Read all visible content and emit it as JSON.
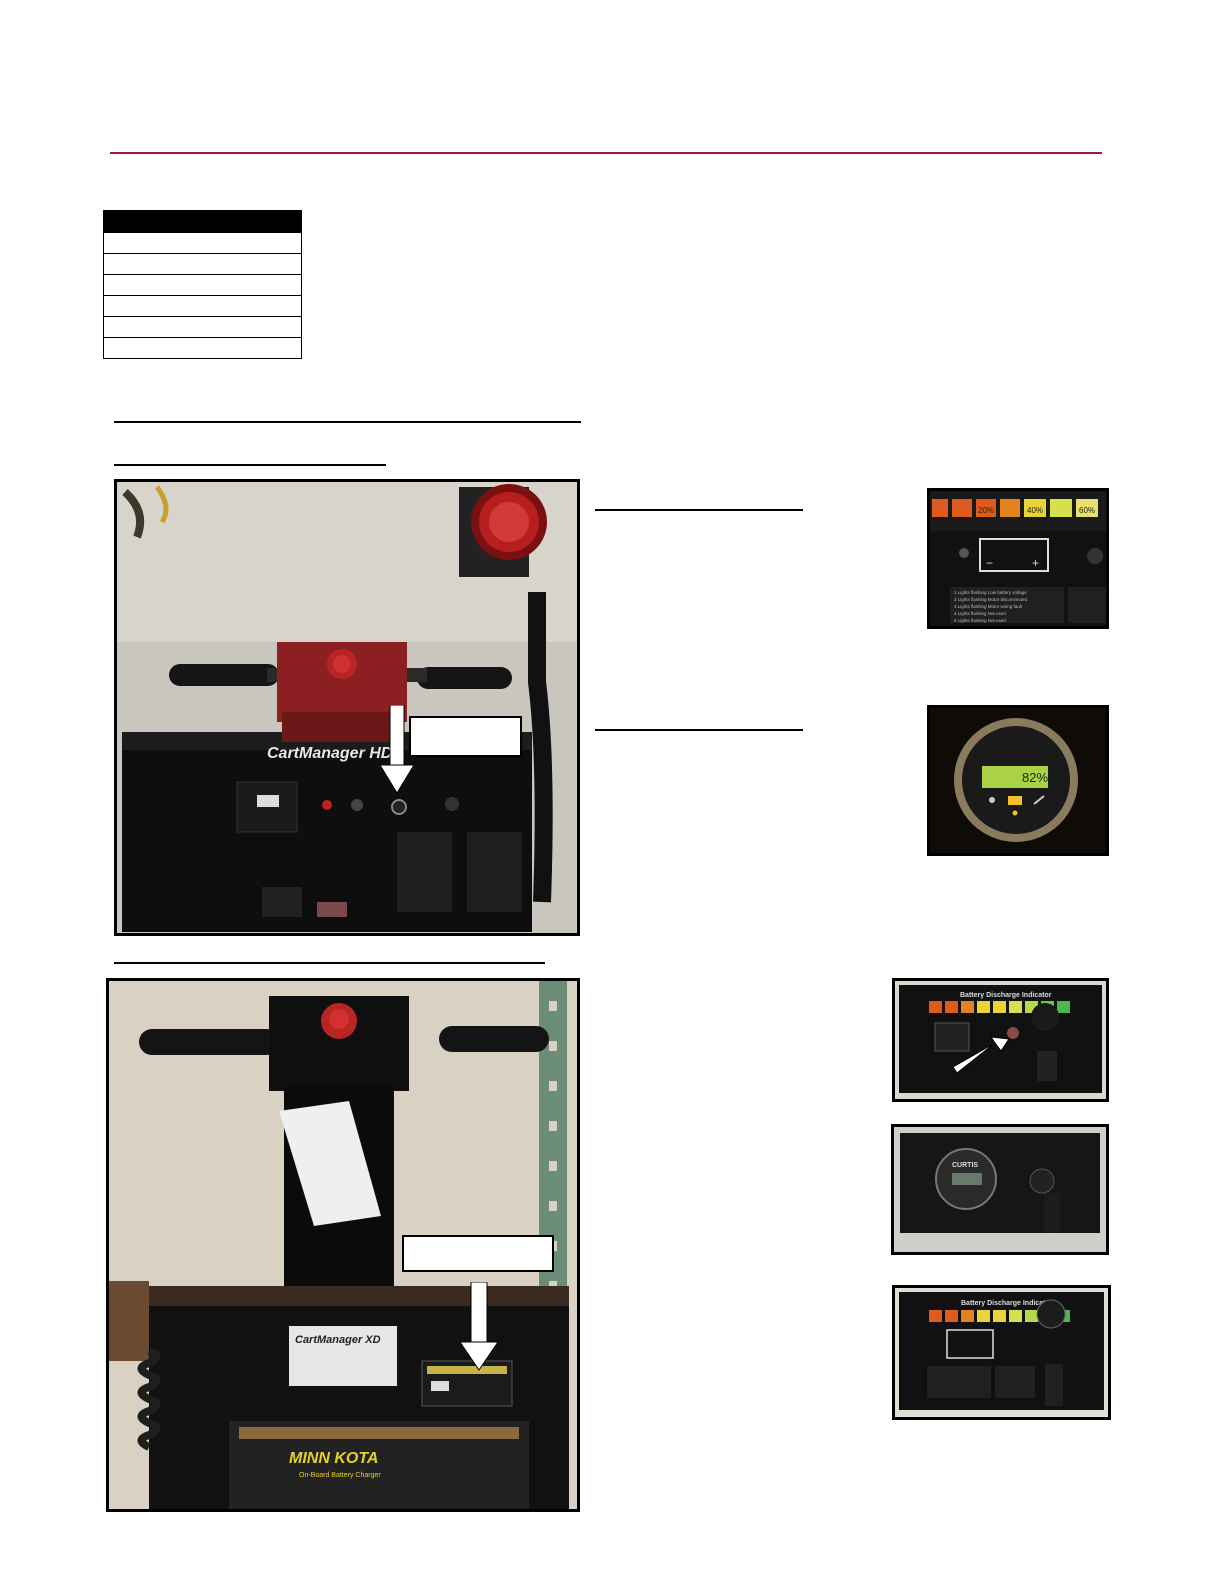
{
  "photo_hd": {
    "brand_text": "CartManager HD"
  },
  "photo_xd": {
    "brand_text": "CartManager XD",
    "charger_text": "MINN KOTA",
    "charger_subtitle": "On-Board Battery Charger"
  },
  "thumb_bdi_top": {
    "pct_labels": [
      "20%",
      "40%",
      "60%"
    ],
    "legend_left": [
      "1 Lights flashing   Low battery voltage",
      "2 Lights flashing   Motor disconnected",
      "3 Lights flashing   Motor wiring fault",
      "4 Lights flashing   Not used",
      "5 Lights flashing   Not used"
    ]
  },
  "thumb_gauge": {
    "reading": "82%"
  },
  "thumb_bdi_key": {
    "title": "Battery Discharge Indicator"
  },
  "thumb_curtis": {
    "brand": "CURTIS"
  },
  "thumb_bdi_bottom": {
    "title": "Battery Discharge Indicator"
  },
  "colors": {
    "accent_rule": "#9a1b35"
  }
}
